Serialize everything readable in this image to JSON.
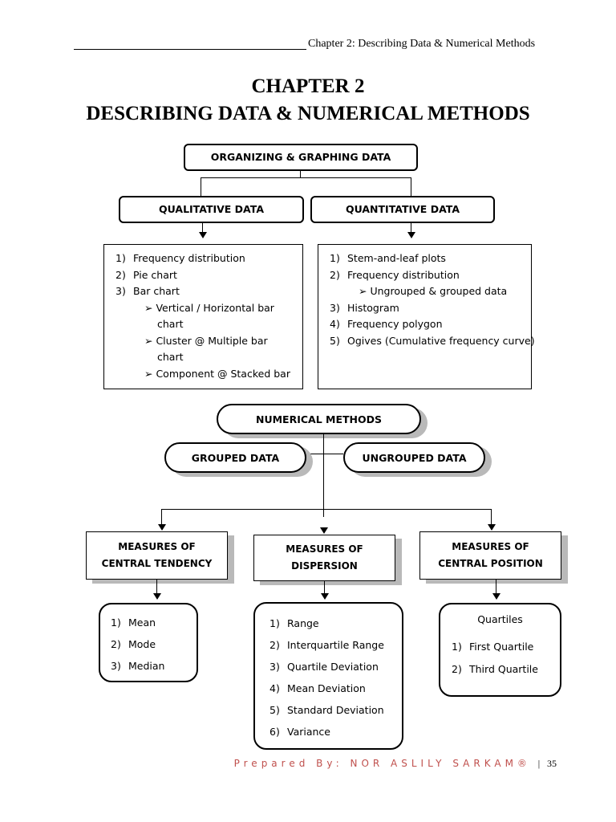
{
  "header": {
    "text": "Chapter 2: Describing Data & Numerical Methods"
  },
  "title": {
    "line1": "CHAPTER 2",
    "line2": "DESCRIBING DATA & NUMERICAL METHODS"
  },
  "organizing": {
    "top": "ORGANIZING & GRAPHING DATA",
    "qualitative": {
      "label": "QUALITATIVE DATA",
      "items": [
        {
          "num": "1)",
          "text": "Frequency distribution"
        },
        {
          "num": "2)",
          "text": "Pie chart"
        },
        {
          "num": "3)",
          "text": "Bar chart"
        }
      ],
      "sub": [
        "Vertical / Horizontal bar",
        "chart",
        " Cluster @ Multiple bar",
        "chart",
        "Component @ Stacked bar"
      ]
    },
    "quantitative": {
      "label": "QUANTITATIVE DATA",
      "items": [
        {
          "num": "1)",
          "text": "Stem-and-leaf plots"
        },
        {
          "num": "2)",
          "text": "Frequency distribution"
        },
        {
          "num": "3)",
          "text": "Histogram"
        },
        {
          "num": "4)",
          "text": "Frequency polygon"
        },
        {
          "num": "5)",
          "text": "Ogives (Cumulative frequency curve)"
        }
      ],
      "sub": "Ungrouped & grouped data"
    }
  },
  "numerical": {
    "top": "NUMERICAL METHODS",
    "grouped": "GROUPED DATA",
    "ungrouped": "UNGROUPED DATA",
    "central_tendency": {
      "line1": "MEASURES OF",
      "line2": "CENTRAL TENDENCY",
      "items": [
        {
          "num": "1)",
          "text": "Mean"
        },
        {
          "num": "2)",
          "text": "Mode"
        },
        {
          "num": "3)",
          "text": "Median"
        }
      ]
    },
    "dispersion": {
      "line1": "MEASURES OF",
      "line2": "DISPERSION",
      "items": [
        {
          "num": "1)",
          "text": "Range"
        },
        {
          "num": "2)",
          "text": "Interquartile Range"
        },
        {
          "num": "3)",
          "text": "Quartile Deviation"
        },
        {
          "num": "4)",
          "text": "Mean Deviation"
        },
        {
          "num": "5)",
          "text": "Standard Deviation"
        },
        {
          "num": "6)",
          "text": "Variance"
        }
      ]
    },
    "central_position": {
      "line1": "MEASURES OF",
      "line2": "CENTRAL POSITION",
      "heading": "Quartiles",
      "items": [
        {
          "num": "1)",
          "text": "First Quartile"
        },
        {
          "num": "2)",
          "text": "Third Quartile"
        }
      ]
    }
  },
  "footer": {
    "prepared": "Prepared By: NOR ASLILY SARKAM®",
    "separator": "|",
    "page": "35"
  },
  "colors": {
    "footer_text": "#c0504d",
    "shadow": "#b9b9b9"
  }
}
